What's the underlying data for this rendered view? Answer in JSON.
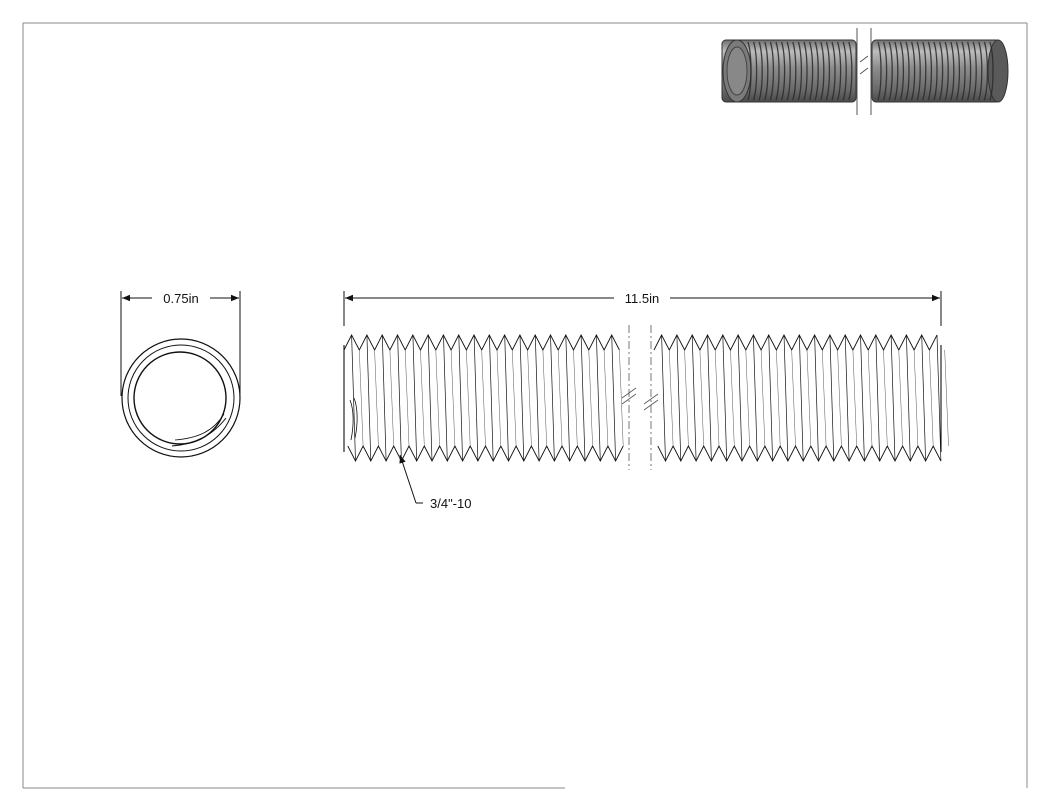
{
  "drawing": {
    "end_view_dimension": "0.75in",
    "length_dimension": "11.5in",
    "thread_callout": "3/4\"-10"
  }
}
